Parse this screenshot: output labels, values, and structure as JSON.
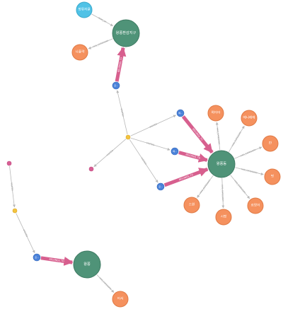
{
  "colors": {
    "hub": "#4f9378",
    "hub_stroke": "#3e7a62",
    "leaf": "#f5915e",
    "leaf_stroke": "#e07a45",
    "cyan": "#50c2e6",
    "cyan_stroke": "#3aa9cc",
    "blue": "#4a82d9",
    "blue_stroke": "#3567b8",
    "yellow": "#f3c340",
    "yellow_stroke": "#d9a826",
    "pink": "#d85f95",
    "pink_stroke": "#c14b80",
    "relation": "#d75f8e",
    "edge": "#b8b8b8",
    "edge_text": "#9a9a9a"
  },
  "nodes": [
    {
      "id": "n_cyan",
      "kind": "cyan",
      "label": "정류자결"
    },
    {
      "id": "n_hub_top",
      "kind": "hub",
      "label": "왕쫑환감지구"
    },
    {
      "id": "n_leaf_top",
      "kind": "leaf",
      "label": "나훌략"
    },
    {
      "id": "n_blue_top",
      "kind": "blue",
      "label": "로..."
    },
    {
      "id": "n_yellow_mid",
      "kind": "yellow",
      "label": ""
    },
    {
      "id": "n_pink_mid",
      "kind": "pink",
      "label": ""
    },
    {
      "id": "n_blue_r1",
      "kind": "blue",
      "label": "베..."
    },
    {
      "id": "n_blue_r2",
      "kind": "blue",
      "label": "베..."
    },
    {
      "id": "n_blue_r3",
      "kind": "blue",
      "label": "로..."
    },
    {
      "id": "n_hub_right",
      "kind": "hub",
      "label": "왕쫑동"
    },
    {
      "id": "n_l1",
      "kind": "leaf",
      "label": "여이아"
    },
    {
      "id": "n_l2",
      "kind": "leaf",
      "label": "에니레에"
    },
    {
      "id": "n_l3",
      "kind": "leaf",
      "label": "칸"
    },
    {
      "id": "n_l4",
      "kind": "leaf",
      "label": "핏"
    },
    {
      "id": "n_l5",
      "kind": "leaf",
      "label": "르랑어"
    },
    {
      "id": "n_l6",
      "kind": "leaf",
      "label": "시정"
    },
    {
      "id": "n_l7",
      "kind": "leaf",
      "label": "스원"
    },
    {
      "id": "n_pink_left",
      "kind": "pink",
      "label": ""
    },
    {
      "id": "n_yellow_left",
      "kind": "yellow",
      "label": ""
    },
    {
      "id": "n_blue_bottom",
      "kind": "blue",
      "label": "로..."
    },
    {
      "id": "n_hub_bottom",
      "kind": "hub",
      "label": "왕쫑"
    },
    {
      "id": "n_leaf_bottom",
      "kind": "leaf",
      "label": "어서"
    }
  ],
  "edges": [
    {
      "id": "e_cyan_hubtop",
      "from": "n_cyan",
      "to": "n_hub_top",
      "label": "PART_OF"
    },
    {
      "id": "e_hubtop_leaf",
      "from": "n_hub_top",
      "to": "n_leaf_top",
      "label": "HAS_CATEGORY"
    },
    {
      "id": "e_bluetop_hubtop",
      "from": "n_blue_top",
      "to": "n_hub_top",
      "label": "BELONGS_TO"
    },
    {
      "id": "e_yellow_bluetop",
      "from": "n_yellow_mid",
      "to": "n_blue_top",
      "label": "VISITED"
    },
    {
      "id": "e_yellow_pink",
      "from": "n_yellow_mid",
      "to": "n_pink_mid",
      "label": "VISITED"
    },
    {
      "id": "e_yellow_r1",
      "from": "n_yellow_mid",
      "to": "n_blue_r1",
      "label": "VISITED"
    },
    {
      "id": "e_yellow_r2",
      "from": "n_yellow_mid",
      "to": "n_blue_r2",
      "label": "VISITED"
    },
    {
      "id": "e_yellow_r3",
      "from": "n_yellow_mid",
      "to": "n_blue_r3",
      "label": "VISITED"
    },
    {
      "id": "e_r1_hub",
      "from": "n_blue_r1",
      "to": "n_hub_right",
      "label": "BELONGS_TO"
    },
    {
      "id": "e_r2_hub",
      "from": "n_blue_r2",
      "to": "n_hub_right",
      "label": "BELONGS_TO"
    },
    {
      "id": "e_r3_hub",
      "from": "n_blue_r3",
      "to": "n_hub_right",
      "label": "BELONGS_TO"
    },
    {
      "id": "e_hub_l1",
      "from": "n_hub_right",
      "to": "n_l1",
      "label": "HAS_CATEGORY"
    },
    {
      "id": "e_hub_l2",
      "from": "n_hub_right",
      "to": "n_l2",
      "label": "HAS_CATEGORY"
    },
    {
      "id": "e_hub_l3",
      "from": "n_hub_right",
      "to": "n_l3",
      "label": "HAS_CATEGORY"
    },
    {
      "id": "e_hub_l4",
      "from": "n_hub_right",
      "to": "n_l4",
      "label": "HAS_CATEGORY"
    },
    {
      "id": "e_hub_l5",
      "from": "n_hub_right",
      "to": "n_l5",
      "label": "HAS_CATEGORY"
    },
    {
      "id": "e_hub_l6",
      "from": "n_hub_right",
      "to": "n_l6",
      "label": "HAS_CATEGORY"
    },
    {
      "id": "e_hub_l7",
      "from": "n_hub_right",
      "to": "n_l7",
      "label": "HAS_CATEGORY"
    },
    {
      "id": "e_pinkleft_yellowleft",
      "from": "n_pink_left",
      "to": "n_yellow_left",
      "label": "VISITED"
    },
    {
      "id": "e_yellowleft_bluebottom",
      "from": "n_yellow_left",
      "to": "n_blue_bottom",
      "label": "VISITED"
    },
    {
      "id": "e_bluebottom_hubbottom",
      "from": "n_blue_bottom",
      "to": "n_hub_bottom",
      "label": "BELONGS_TO"
    },
    {
      "id": "e_hubbottom_leaf",
      "from": "n_hub_bottom",
      "to": "n_leaf_bottom",
      "label": "HAS_CATEGORY"
    }
  ]
}
